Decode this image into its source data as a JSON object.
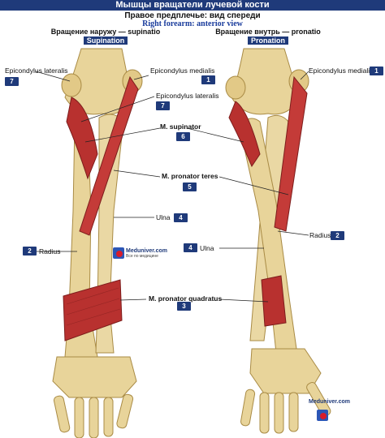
{
  "title": "Мышцы вращатели лучевой кости",
  "subtitle_ru": "Правое предплечье: вид спереди",
  "subtitle_en": "Right forearm: anterior view",
  "left_view": {
    "label_ru": "Вращение наружу — supinatio",
    "label_en": "Supination"
  },
  "right_view": {
    "label_ru": "Вращение внутрь — pronatio",
    "label_en": "Pronation"
  },
  "labels": {
    "epi_lat_left": {
      "text": "Epicondylus lateralis",
      "num": "7"
    },
    "epi_med_left": {
      "text": "Epicondylus medialis",
      "num": "1"
    },
    "epi_lat_center": {
      "text": "Epicondylus lateralis",
      "num": "7"
    },
    "supinator": {
      "text": "M. supinator",
      "num": "6"
    },
    "pronator_teres": {
      "text": "M. pronator teres",
      "num": "5"
    },
    "ulna_left": {
      "text": "Ulna",
      "num": "4"
    },
    "radius_left": {
      "text": "Radius",
      "num": "2"
    },
    "ulna_right": {
      "text": "Ulna",
      "num": "4"
    },
    "radius_right": {
      "text": "Radius",
      "num": "2"
    },
    "pronator_quadratus": {
      "text": "M. pronator quadratus",
      "num": "3"
    },
    "epi_med_right": {
      "text": "Epicondylus medialis",
      "num": "1"
    }
  },
  "watermark": {
    "site": "Meduniver.com",
    "tagline": "Все по медицине"
  },
  "colors": {
    "bone": "#e8d49a",
    "bone_shadow": "#c9a85e",
    "muscle": "#b8312f",
    "muscle_light": "#d9534f",
    "accent": "#1f3a7a"
  }
}
